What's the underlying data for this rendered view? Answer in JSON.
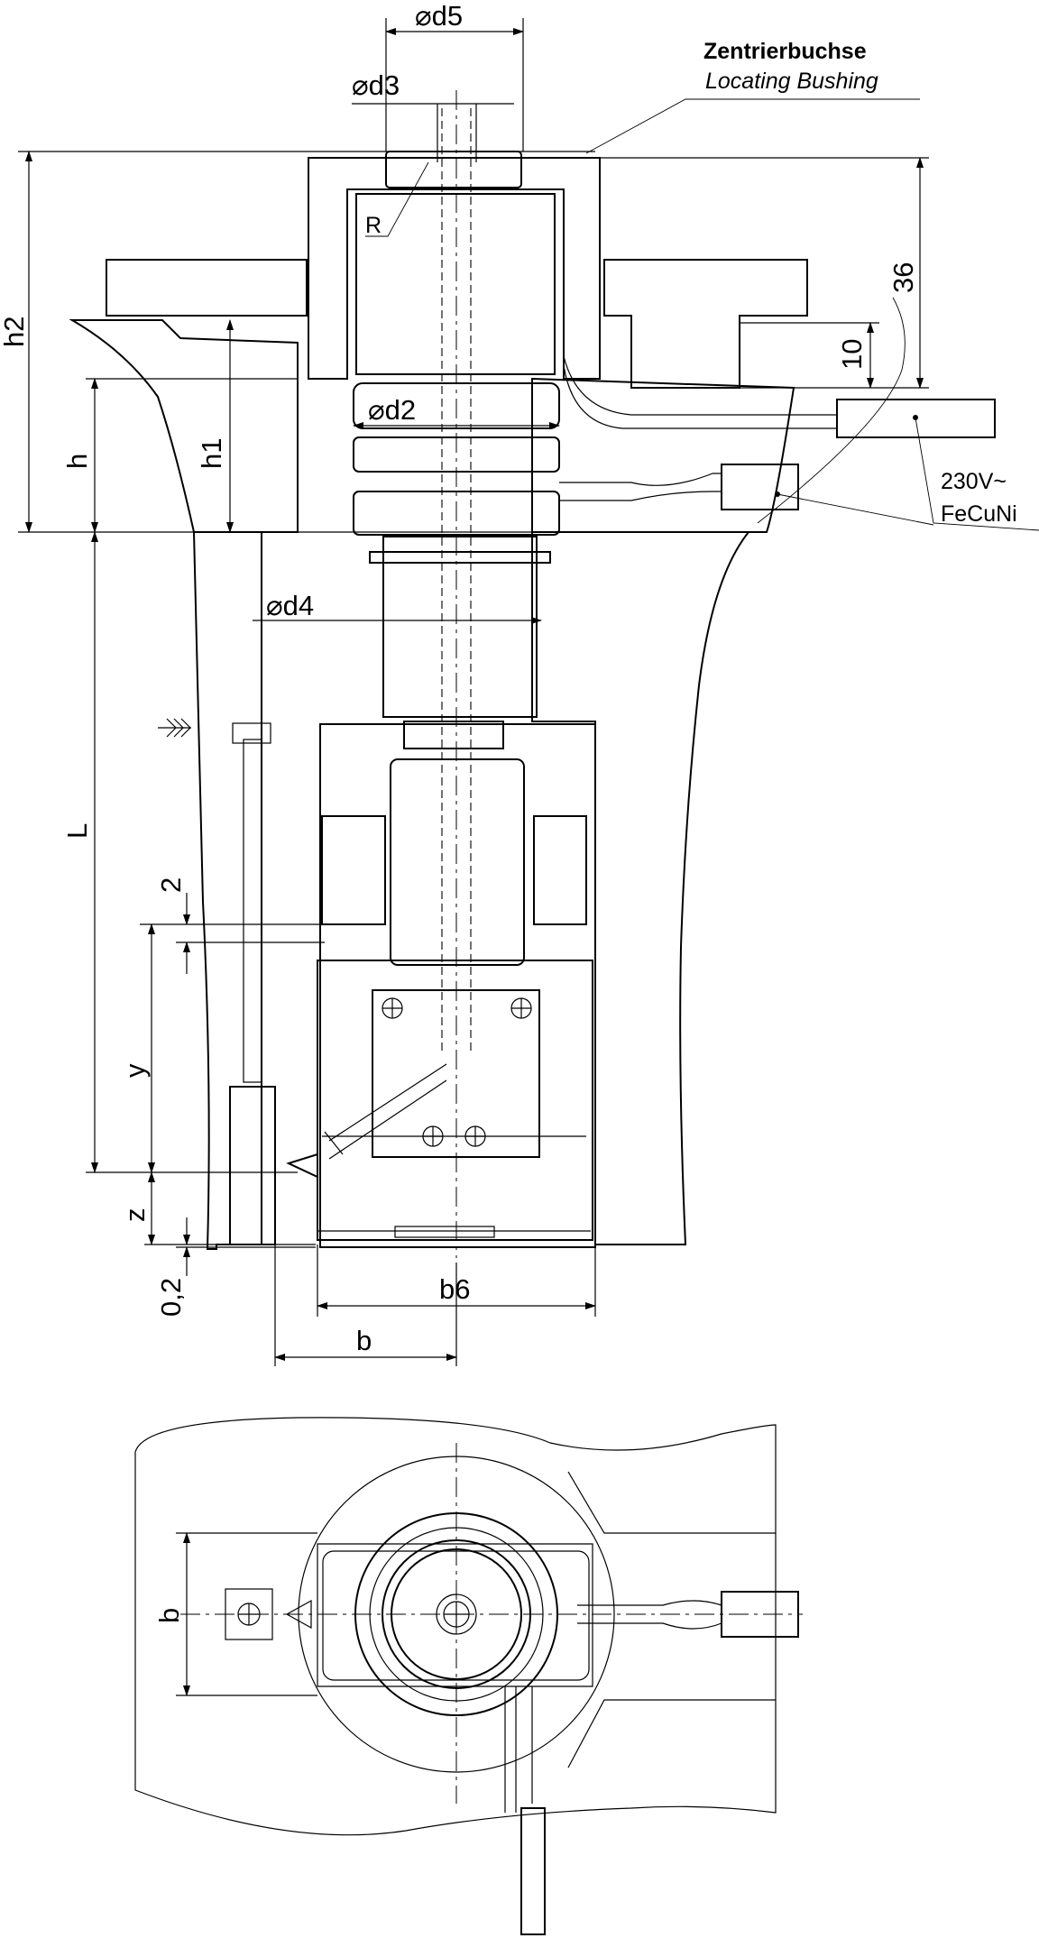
{
  "labels": {
    "title_de": "Zentrierbuchse",
    "title_en": "Locating Bushing",
    "d5": "d5",
    "d3": "d3",
    "d2": "d2",
    "d4": "d4",
    "R": "R",
    "h2": "h2",
    "h": "h",
    "h1": "h1",
    "L": "L",
    "dim_36": "36",
    "dim_10": "10",
    "dim_2": "2",
    "y": "y",
    "z": "z",
    "dim_02": "0,2",
    "b6": "b6",
    "b": "b",
    "b_plan": "b",
    "voltage": "230V~",
    "material": "FeCuNi",
    "diameter_symbol": "⌀"
  },
  "colors": {
    "line": "#000000",
    "background": "#ffffff"
  },
  "icons": {
    "diameter": "diameter-symbol",
    "coolant": "triple-chevron-arrow"
  }
}
